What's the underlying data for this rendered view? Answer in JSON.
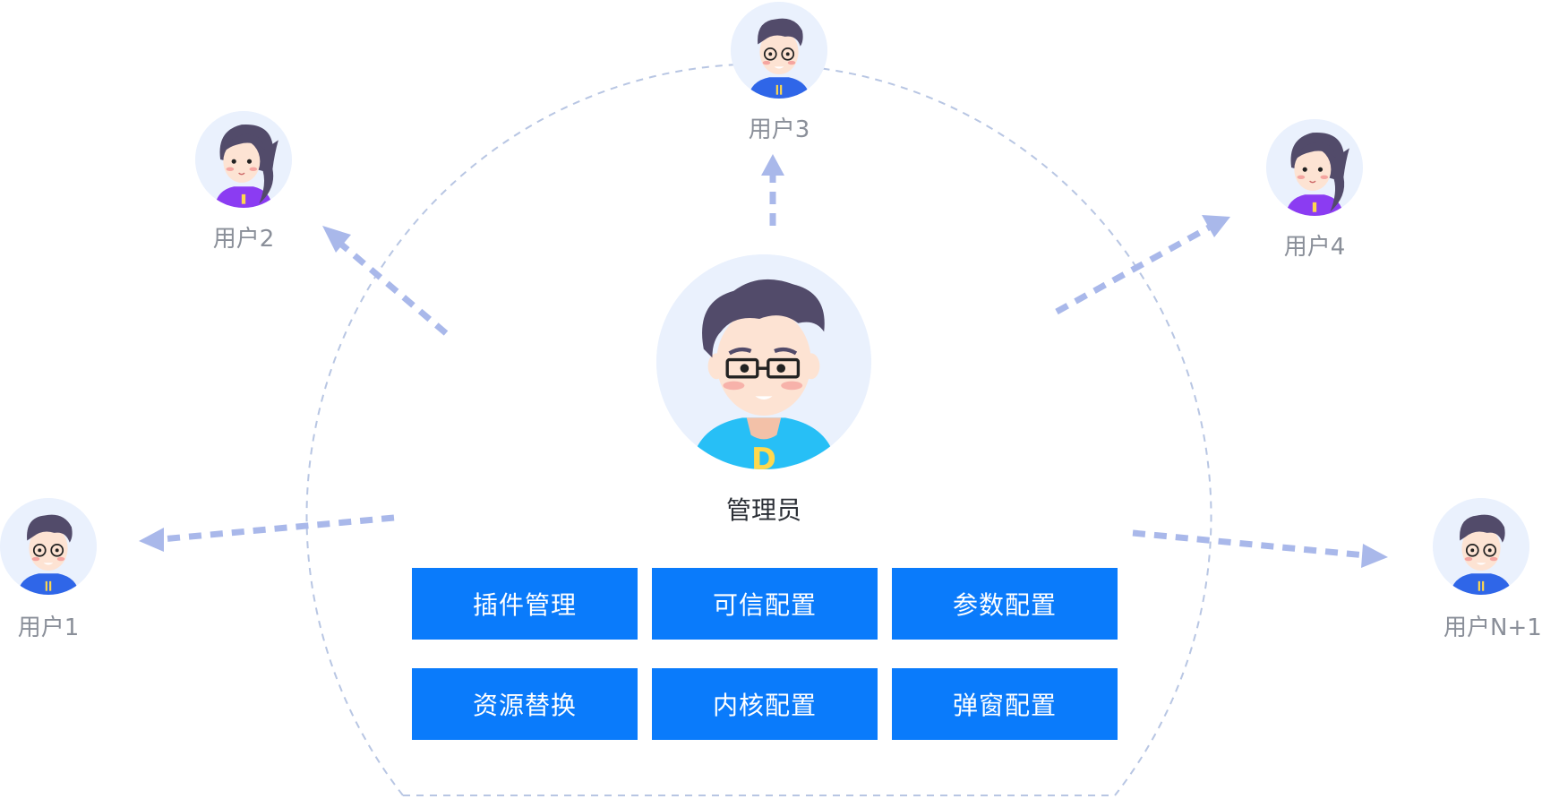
{
  "admin": {
    "label": "管理员"
  },
  "users": [
    {
      "id": "u1",
      "label": "用户1",
      "type": "male"
    },
    {
      "id": "u2",
      "label": "用户2",
      "type": "female"
    },
    {
      "id": "u3",
      "label": "用户3",
      "type": "male"
    },
    {
      "id": "u4",
      "label": "用户4",
      "type": "female"
    },
    {
      "id": "un",
      "label": "用户N+1",
      "type": "male"
    }
  ],
  "buttons": [
    {
      "label": "插件管理"
    },
    {
      "label": "可信配置"
    },
    {
      "label": "参数配置"
    },
    {
      "label": "资源替换"
    },
    {
      "label": "内核配置"
    },
    {
      "label": "弹窗配置"
    }
  ],
  "colors": {
    "button": "#0a7bfb",
    "arrow": "#a9b8ea",
    "dashed_circle": "#b8c6e3",
    "avatar_bg": "#eaf1fd"
  }
}
